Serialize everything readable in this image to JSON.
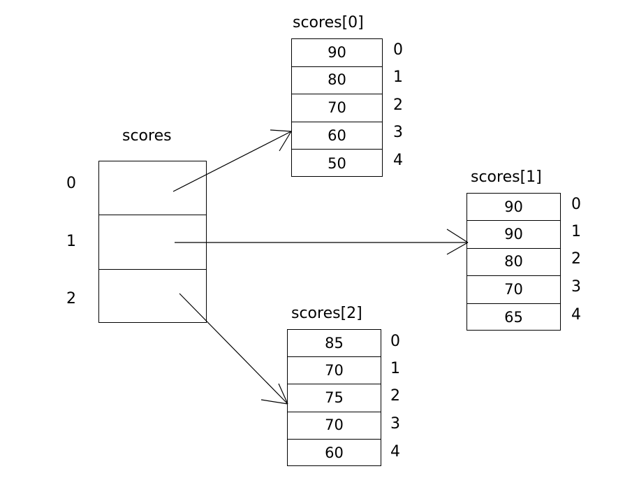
{
  "diagram": {
    "title_root": "scores",
    "root_indices": [
      "0",
      "1",
      "2"
    ],
    "arrays": [
      {
        "title": "scores[0]",
        "values": [
          "90",
          "80",
          "70",
          "60",
          "50"
        ],
        "indices": [
          "0",
          "1",
          "2",
          "3",
          "4"
        ]
      },
      {
        "title": "scores[1]",
        "values": [
          "90",
          "90",
          "80",
          "70",
          "65"
        ],
        "indices": [
          "0",
          "1",
          "2",
          "3",
          "4"
        ]
      },
      {
        "title": "scores[2]",
        "values": [
          "85",
          "70",
          "75",
          "70",
          "60"
        ],
        "indices": [
          "0",
          "1",
          "2",
          "3",
          "4"
        ]
      }
    ],
    "colors": {
      "stroke": "#000000",
      "background": "#ffffff",
      "text": "#000000"
    },
    "arrows": [
      {
        "name": "arrow-root0-to-scores0",
        "from_cell": "0",
        "to_array": "scores[0]"
      },
      {
        "name": "arrow-root1-to-scores1",
        "from_cell": "1",
        "to_array": "scores[1]"
      },
      {
        "name": "arrow-root2-to-scores2",
        "from_cell": "2",
        "to_array": "scores[2]"
      }
    ]
  }
}
